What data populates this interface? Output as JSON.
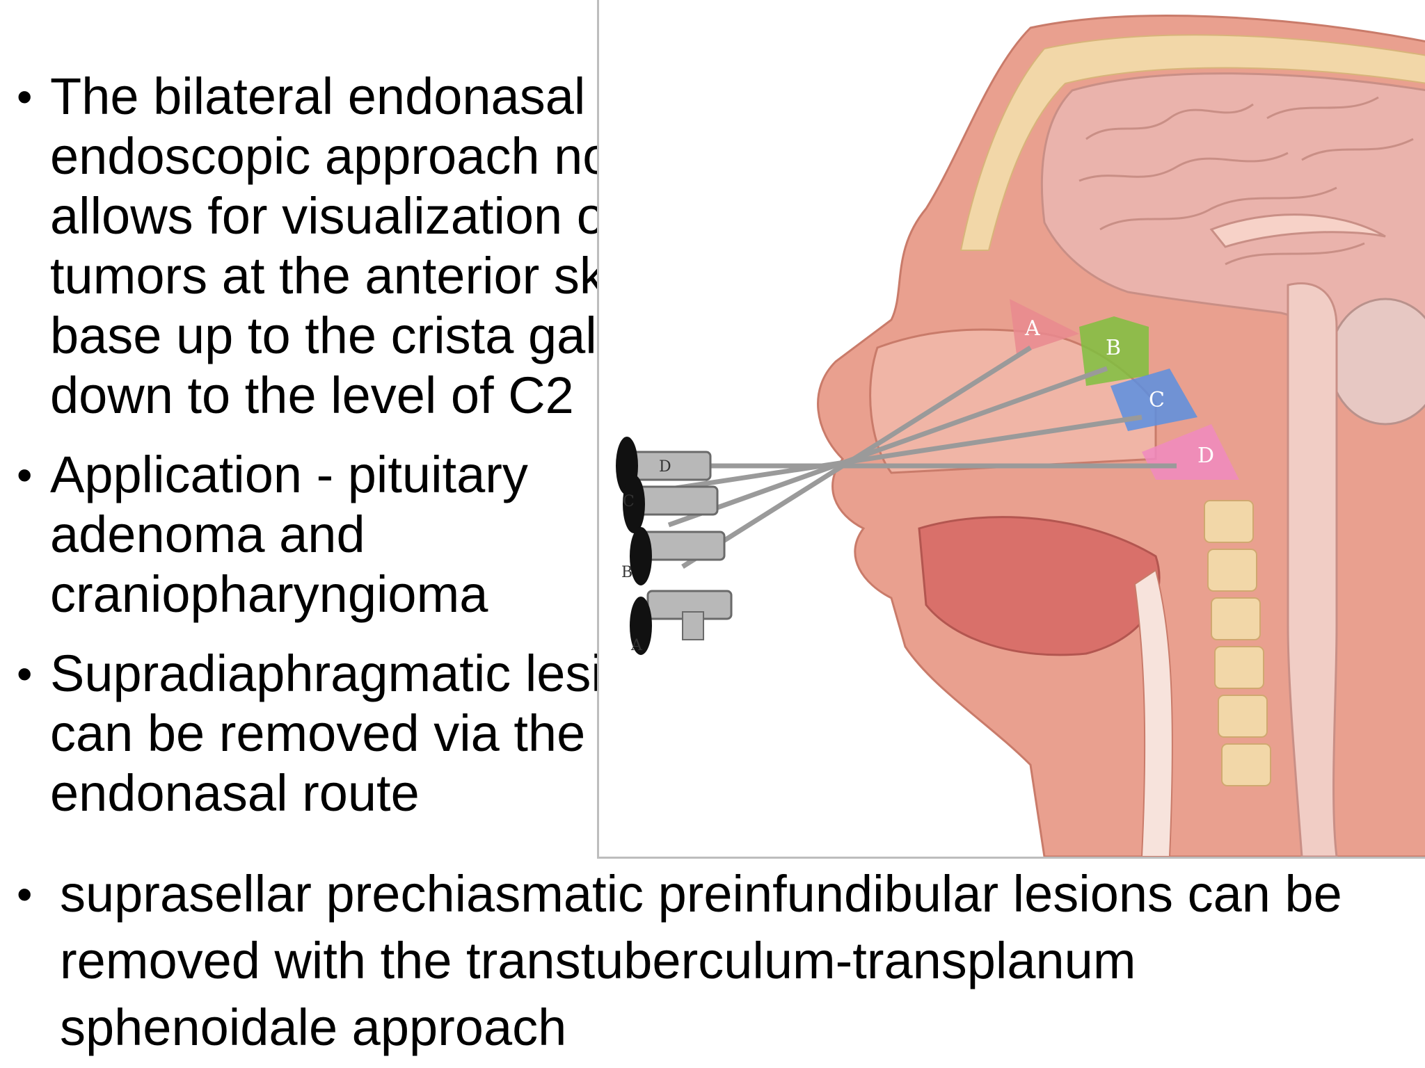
{
  "bullets_top": [
    "The bilateral endonasal endoscopic approach now allows for visualization of tumors at the anterior skull base up to the crista galli and down to the level of C2",
    "Application - pituitary adenoma and craniopharyngioma",
    "Supradiaphragmatic lesions can be removed via the endonasal route"
  ],
  "bullet_bottom": "suprasellar prechiasmatic preinfundibular lesions can be removed with the transtuberculum-transplanum sphenoidale approach",
  "bullet_symbol": "•",
  "figure": {
    "endoscope_labels": [
      "D",
      "C",
      "B",
      "A"
    ],
    "zone_labels": [
      "A",
      "B",
      "C",
      "D"
    ],
    "colors": {
      "zone_a": "#e98a8f",
      "zone_b": "#7fbf3f",
      "zone_c": "#5b8fe0",
      "zone_d": "#f08ac0",
      "tissue": "#e9a59a",
      "brain": "#eab3ac",
      "bone": "#f2d7a8"
    }
  }
}
